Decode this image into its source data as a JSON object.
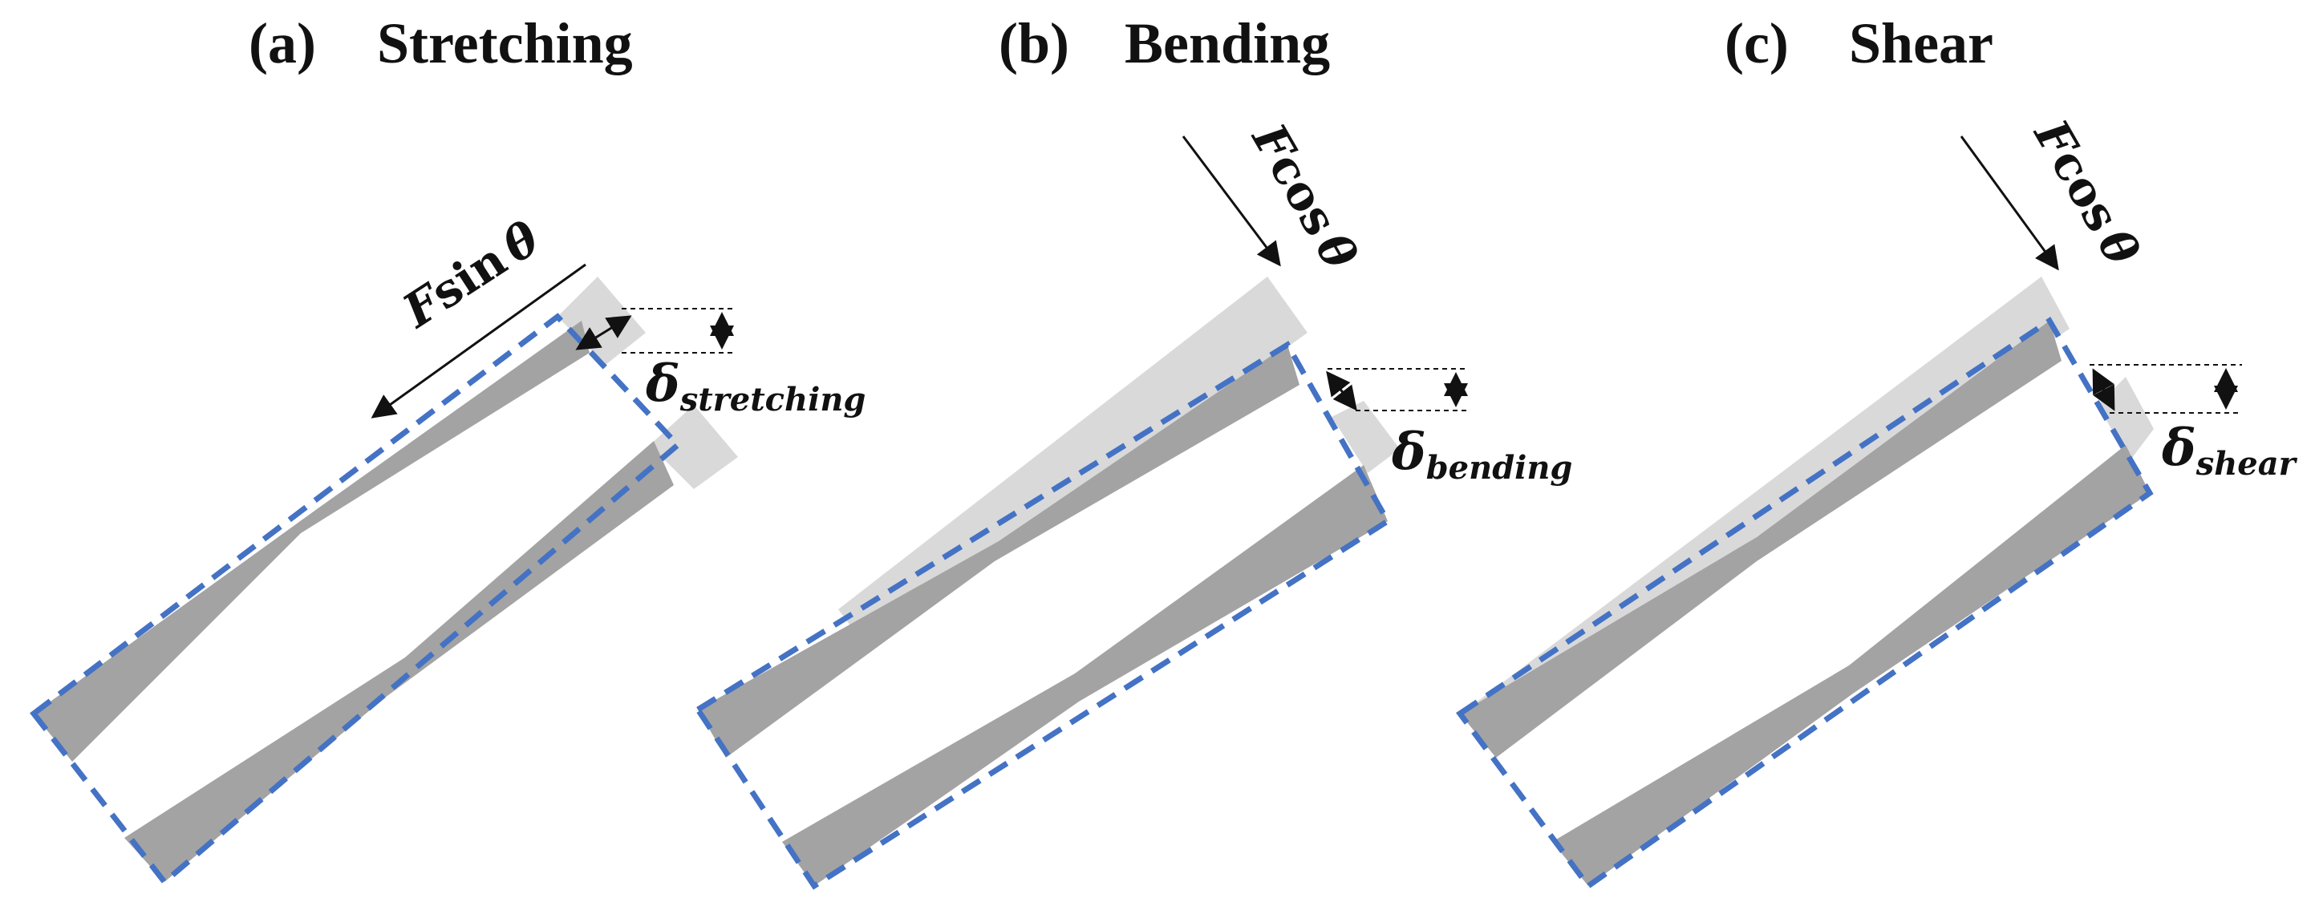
{
  "panels": [
    {
      "id": "a",
      "label": "(a)",
      "title": "Stretching",
      "force": {
        "var": "F",
        "fn": "sin",
        "sym": "θ"
      },
      "delta": {
        "sym": "δ",
        "sub": "stretching"
      }
    },
    {
      "id": "b",
      "label": "(b)",
      "title": "Bending",
      "force": {
        "var": "F",
        "fn": "cos",
        "sym": "θ"
      },
      "delta": {
        "sym": "δ",
        "sub": "bending"
      }
    },
    {
      "id": "c",
      "label": "(c)",
      "title": "Shear",
      "force": {
        "var": "F",
        "fn": "cos",
        "sym": "θ"
      },
      "delta": {
        "sym": "δ",
        "sub": "shear"
      }
    }
  ],
  "colors": {
    "deformed": "#a3a3a3",
    "original_shadow": "#d9d9d9",
    "outline": "#4472c4",
    "text": "#111111"
  }
}
